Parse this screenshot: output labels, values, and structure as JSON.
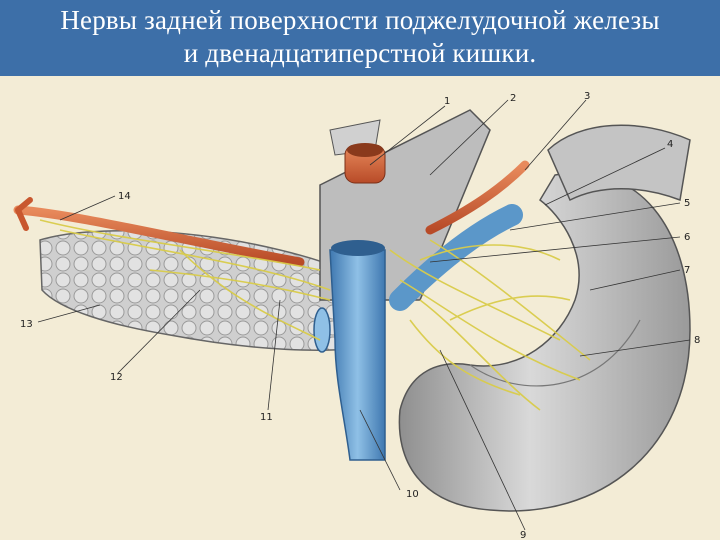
{
  "title": {
    "line1": "Нервы задней поверхности поджелудочной железы",
    "line2": "и двенадцатиперстной кишки."
  },
  "labels": {
    "l1": "1",
    "l2": "2",
    "l3": "3",
    "l4": "4",
    "l5": "5",
    "l6": "6",
    "l7": "7",
    "l8": "8",
    "l9": "9",
    "l10": "10",
    "l11": "11",
    "l12": "12",
    "l13": "13",
    "l14": "14"
  },
  "colors": {
    "title_background": "#3d6fa8",
    "page_background": "#f3ecd6",
    "vein": "#5b97c9",
    "artery": "#d8673e",
    "nerve": "#d9cc4a",
    "duodenum": "#b5b5b5",
    "pancreas": "#c9c9c9"
  }
}
